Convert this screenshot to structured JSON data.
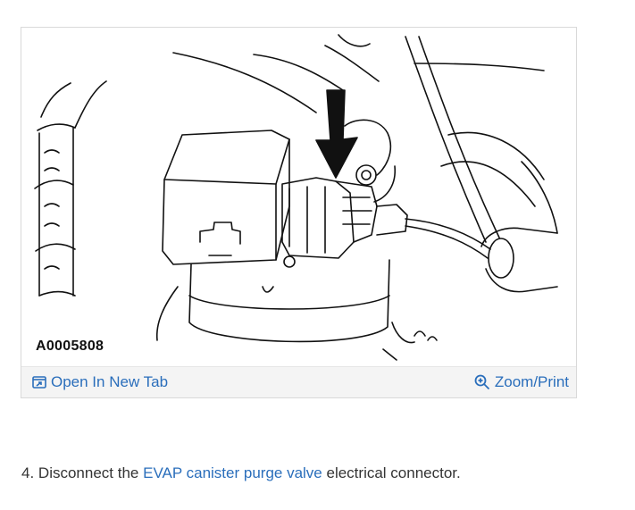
{
  "figure": {
    "id_label": "A0005808",
    "open_tab_label": "Open In New Tab",
    "zoom_label": "Zoom/Print",
    "icons": {
      "open": "open-in-new-tab-icon",
      "zoom": "zoom-magnifier-icon"
    },
    "link_color": "#2a6ebb"
  },
  "step": {
    "number": "4.",
    "text_before": "Disconnect the",
    "link_text": "EVAP canister purge valve",
    "text_after": "electrical connector."
  }
}
